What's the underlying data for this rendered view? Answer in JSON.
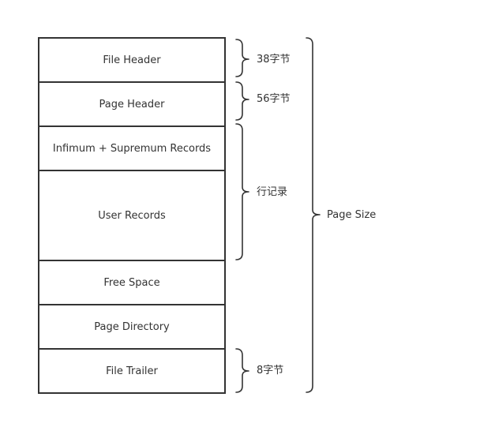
{
  "sections": [
    {
      "label": "File Header"
    },
    {
      "label": "Page Header"
    },
    {
      "label": "Infimum + Supremum Records"
    },
    {
      "label": "User Records"
    },
    {
      "label": "Free Space"
    },
    {
      "label": "Page Directory"
    },
    {
      "label": "File Trailer"
    }
  ],
  "annotations": {
    "file_header_size": "38字节",
    "page_header_size": "56字节",
    "row_records": "行记录",
    "file_trailer_size": "8字节",
    "page_size": "Page Size"
  }
}
